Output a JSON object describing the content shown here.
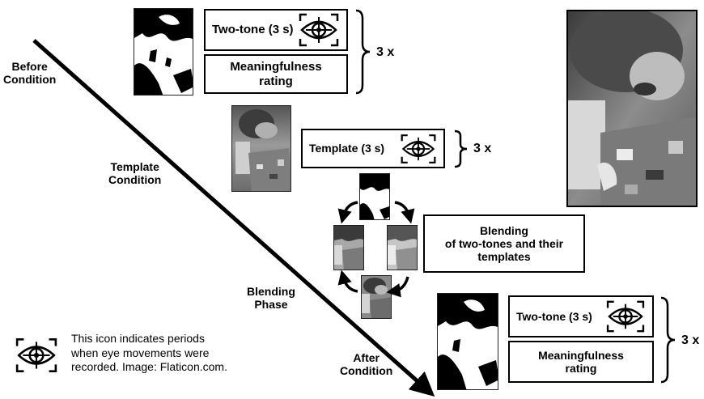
{
  "phases": {
    "before": "Before\nCondition",
    "template": "Template\nCondition",
    "blending": "Blending\nPhase",
    "after": "After\nCondition"
  },
  "before_block": {
    "twotone_label": "Two-tone (3 s)",
    "rating_label": "Meaningfulness\nrating",
    "repeat": "3 x"
  },
  "template_block": {
    "template_label": "Template (3 s)",
    "repeat": "3 x"
  },
  "blending_block": {
    "label": "Blending\nof two-tones and their\ntemplates"
  },
  "after_block": {
    "twotone_label": "Two-tone (3 s)",
    "rating_label": "Meaningfulness\nrating",
    "repeat": "3 x"
  },
  "legend": {
    "text": "This icon indicates periods\nwhen eye movements were\nrecorded. Image: Flaticon.com."
  }
}
